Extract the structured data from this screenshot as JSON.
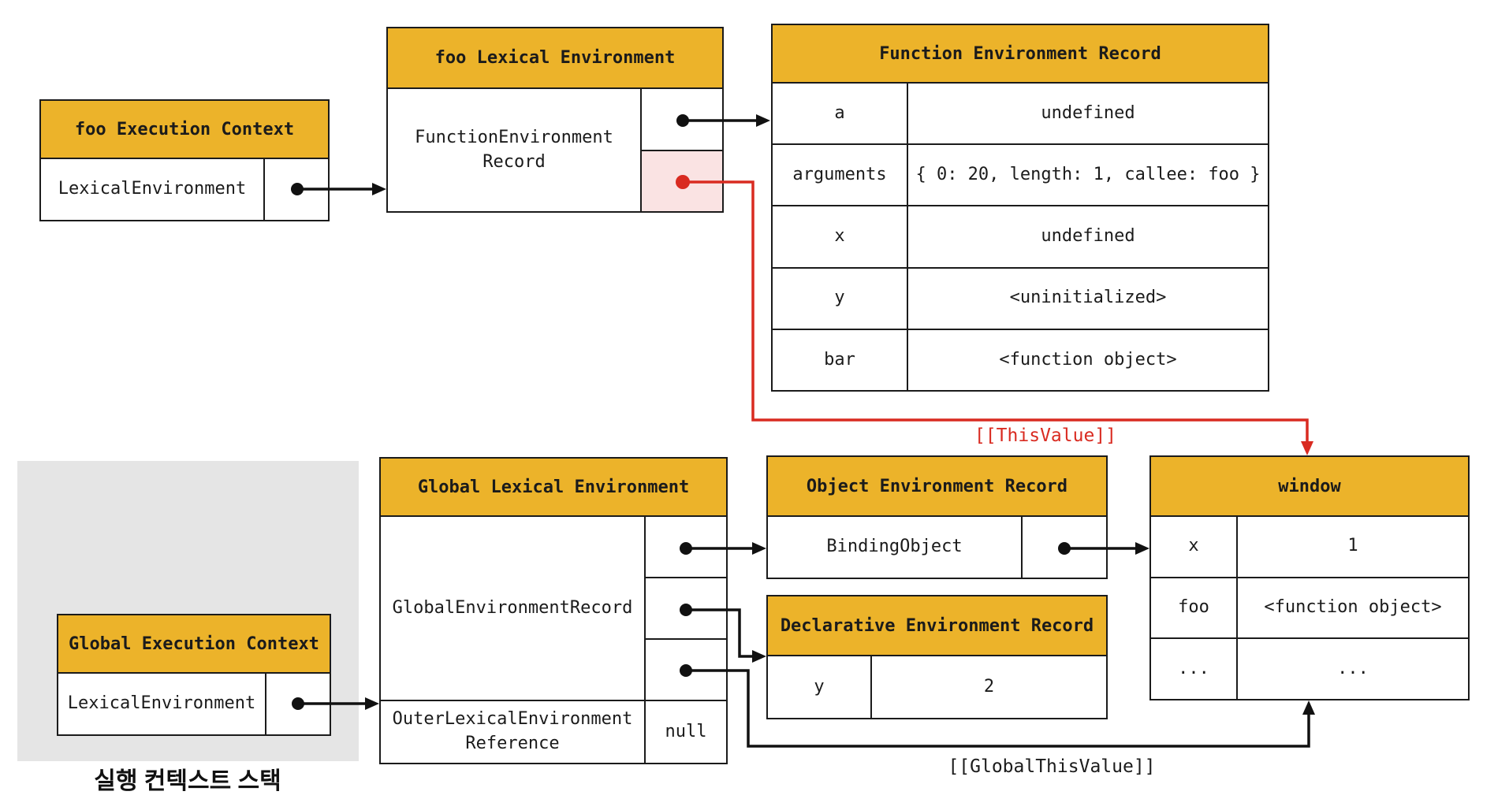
{
  "colors": {
    "header_yellow": "#ECB32A",
    "highlight_pink": "#FAE3E3",
    "arrow_red": "#D92B21",
    "stack_gray": "#E5E5E5",
    "border_dark": "#1B1B1B",
    "arrow_black": "#111111"
  },
  "foo_execution_context": {
    "title": "foo Execution Context",
    "row_label": "LexicalEnvironment"
  },
  "foo_lexical_environment": {
    "title": "foo Lexical Environment",
    "record_label": "FunctionEnvironment Record"
  },
  "function_environment_record": {
    "title": "Function Environment Record",
    "rows": [
      {
        "key": "a",
        "value": "undefined"
      },
      {
        "key": "arguments",
        "value": "{ 0: 20, length: 1, callee: foo }"
      },
      {
        "key": "x",
        "value": "undefined"
      },
      {
        "key": "y",
        "value": "<uninitialized>"
      },
      {
        "key": "bar",
        "value": "<function object>"
      }
    ]
  },
  "execution_context_stack": {
    "caption": "실행 컨텍스트 스택"
  },
  "global_execution_context": {
    "title": "Global Execution Context",
    "row_label": "LexicalEnvironment"
  },
  "global_lexical_environment": {
    "title": "Global Lexical Environment",
    "record_label": "GlobalEnvironmentRecord",
    "outer_label": "OuterLexicalEnvironment Reference",
    "outer_value": "null"
  },
  "object_environment_record": {
    "title": "Object Environment Record",
    "binding_label": "BindingObject"
  },
  "declarative_environment_record": {
    "title": "Declarative Environment Record",
    "rows": [
      {
        "key": "y",
        "value": "2"
      }
    ]
  },
  "window_object": {
    "title": "window",
    "rows": [
      {
        "key": "x",
        "value": "1"
      },
      {
        "key": "foo",
        "value": "<function object>"
      },
      {
        "key": "...",
        "value": "..."
      }
    ]
  },
  "arrow_labels": {
    "this_value": "[[ThisValue]]",
    "global_this_value": "[[GlobalThisValue]]"
  }
}
